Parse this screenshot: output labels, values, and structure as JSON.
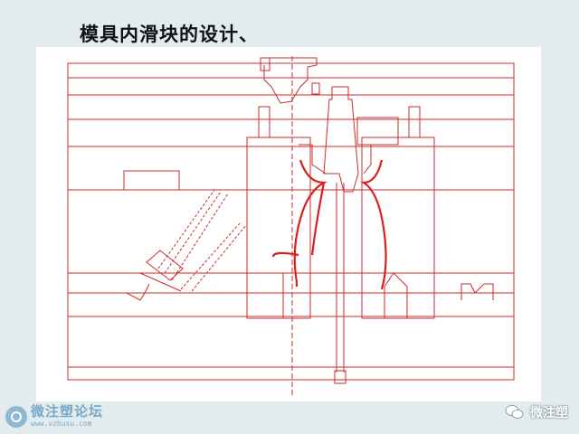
{
  "slide": {
    "title": "模具内滑块的设计、"
  },
  "drawing": {
    "line_color": "#cc2b2b",
    "highlight_color": "#d82020",
    "background": "#ffffff"
  },
  "watermarks": {
    "left_name": "微注塑论坛",
    "left_url": "www.vzhusu.com",
    "right_name": "微注塑"
  },
  "colors": {
    "page_bg": "#e2ecef",
    "title": "#111111",
    "watermark": "#7aa7c4"
  }
}
